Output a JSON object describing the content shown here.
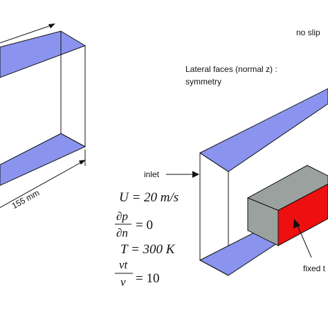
{
  "labels": {
    "no_slip": "no slip",
    "lateral_faces": "Lateral faces (normal z) :",
    "symmetry": "symmetry",
    "inlet": "inlet",
    "dimension": "155 mm",
    "fixed": "fixed t"
  },
  "equations": {
    "velocity": "U = 20 m/s",
    "pressure_numerator": "∂p",
    "pressure_denominator": "∂n",
    "pressure_rhs": "= 0",
    "temperature": "T = 300 K",
    "nu_numerator": "νt",
    "nu_denominator": "ν",
    "nu_rhs": "= 10"
  },
  "colors": {
    "wall_blue": "#8a93ee",
    "block_gray": "#9aa19e",
    "block_red": "#ee1010",
    "line": "#111111"
  }
}
